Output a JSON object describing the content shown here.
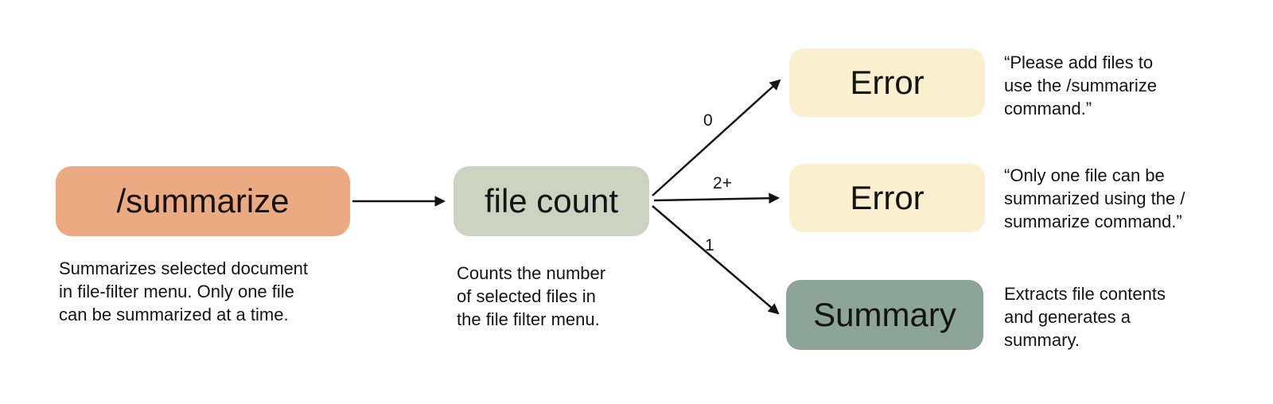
{
  "diagram": {
    "nodes": {
      "summarize": {
        "label": "/summarize",
        "color": "#ecaa82",
        "caption": "Summarizes selected document\nin file-filter menu. Only one file\ncan be summarized at a time."
      },
      "file_count": {
        "label": "file count",
        "color": "#ccd4c1",
        "caption": "Counts the number\nof selected files in\nthe file filter menu."
      },
      "error_zero": {
        "label": "Error",
        "color": "#faf0d0",
        "caption": "“Please add files to\nuse the /summarize\ncommand.”"
      },
      "error_two_plus": {
        "label": "Error",
        "color": "#faf0d0",
        "caption": "“Only one file can be\nsummarized using the /\nsummarize command.”"
      },
      "summary": {
        "label": "Summary",
        "color": "#8ca49a",
        "caption": "Extracts file contents\nand generates a\nsummary."
      }
    },
    "edge_labels": {
      "zero": "0",
      "two_plus": "2+",
      "one": "1"
    }
  }
}
